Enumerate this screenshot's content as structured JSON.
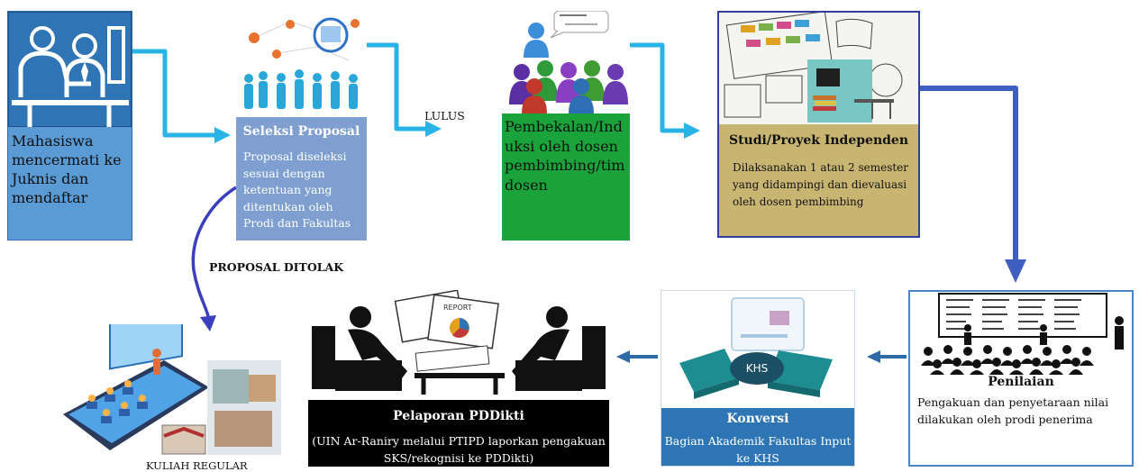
{
  "colors": {
    "arrow_light": "#29b3e6",
    "arrow_dark": "#3f5fc0",
    "arrow_return": "#2d6aa6",
    "step1_bg": "#5b9bd5",
    "seleksi_panel": "#7f9fd0",
    "pembekalan_panel": "#19a33a",
    "studi_panel": "#c9b572",
    "konversi_panel": "#2e75b6",
    "pelaporan_panel": "#000000"
  },
  "steps": {
    "mendaftar": {
      "text": "Mahasiswa mencermati ke Juknis dan mendaftar"
    },
    "seleksi": {
      "title": "Seleksi Proposal",
      "text": "Proposal diseleksi sesuai dengan ketentuan yang ditentukan oleh Prodi dan Fakultas"
    },
    "pembekalan": {
      "text": "Pembekalan/Induksi oleh dosen pembimbing/tim dosen"
    },
    "studi": {
      "title": "Studi/Proyek Independen",
      "text": "Dilaksanakan 1 atau 2 semester yang didampingi dan dievaluasi oleh dosen pembimbing"
    },
    "penilaian": {
      "title": "Penilaian",
      "text": "Pengakuan dan penyetaraan nilai dilakukan oleh prodi penerima"
    },
    "konversi": {
      "title": "Konversi",
      "text": "Bagian Akademik Fakultas Input ke KHS"
    },
    "pelaporan": {
      "title": "Pelaporan PDDikti",
      "text": "(UIN Ar-Raniry melalui PTIPD laporkan pengakuan SKS/rekognisi ke PDDikti)"
    },
    "kuliah": {
      "label": "KULIAH REGULAR"
    }
  },
  "arrow_labels": {
    "lulus": "LULUS",
    "ditolak": "PROPOSAL DITOLAK"
  },
  "picture_text": {
    "khs": "KHS",
    "report": "REPORT"
  }
}
